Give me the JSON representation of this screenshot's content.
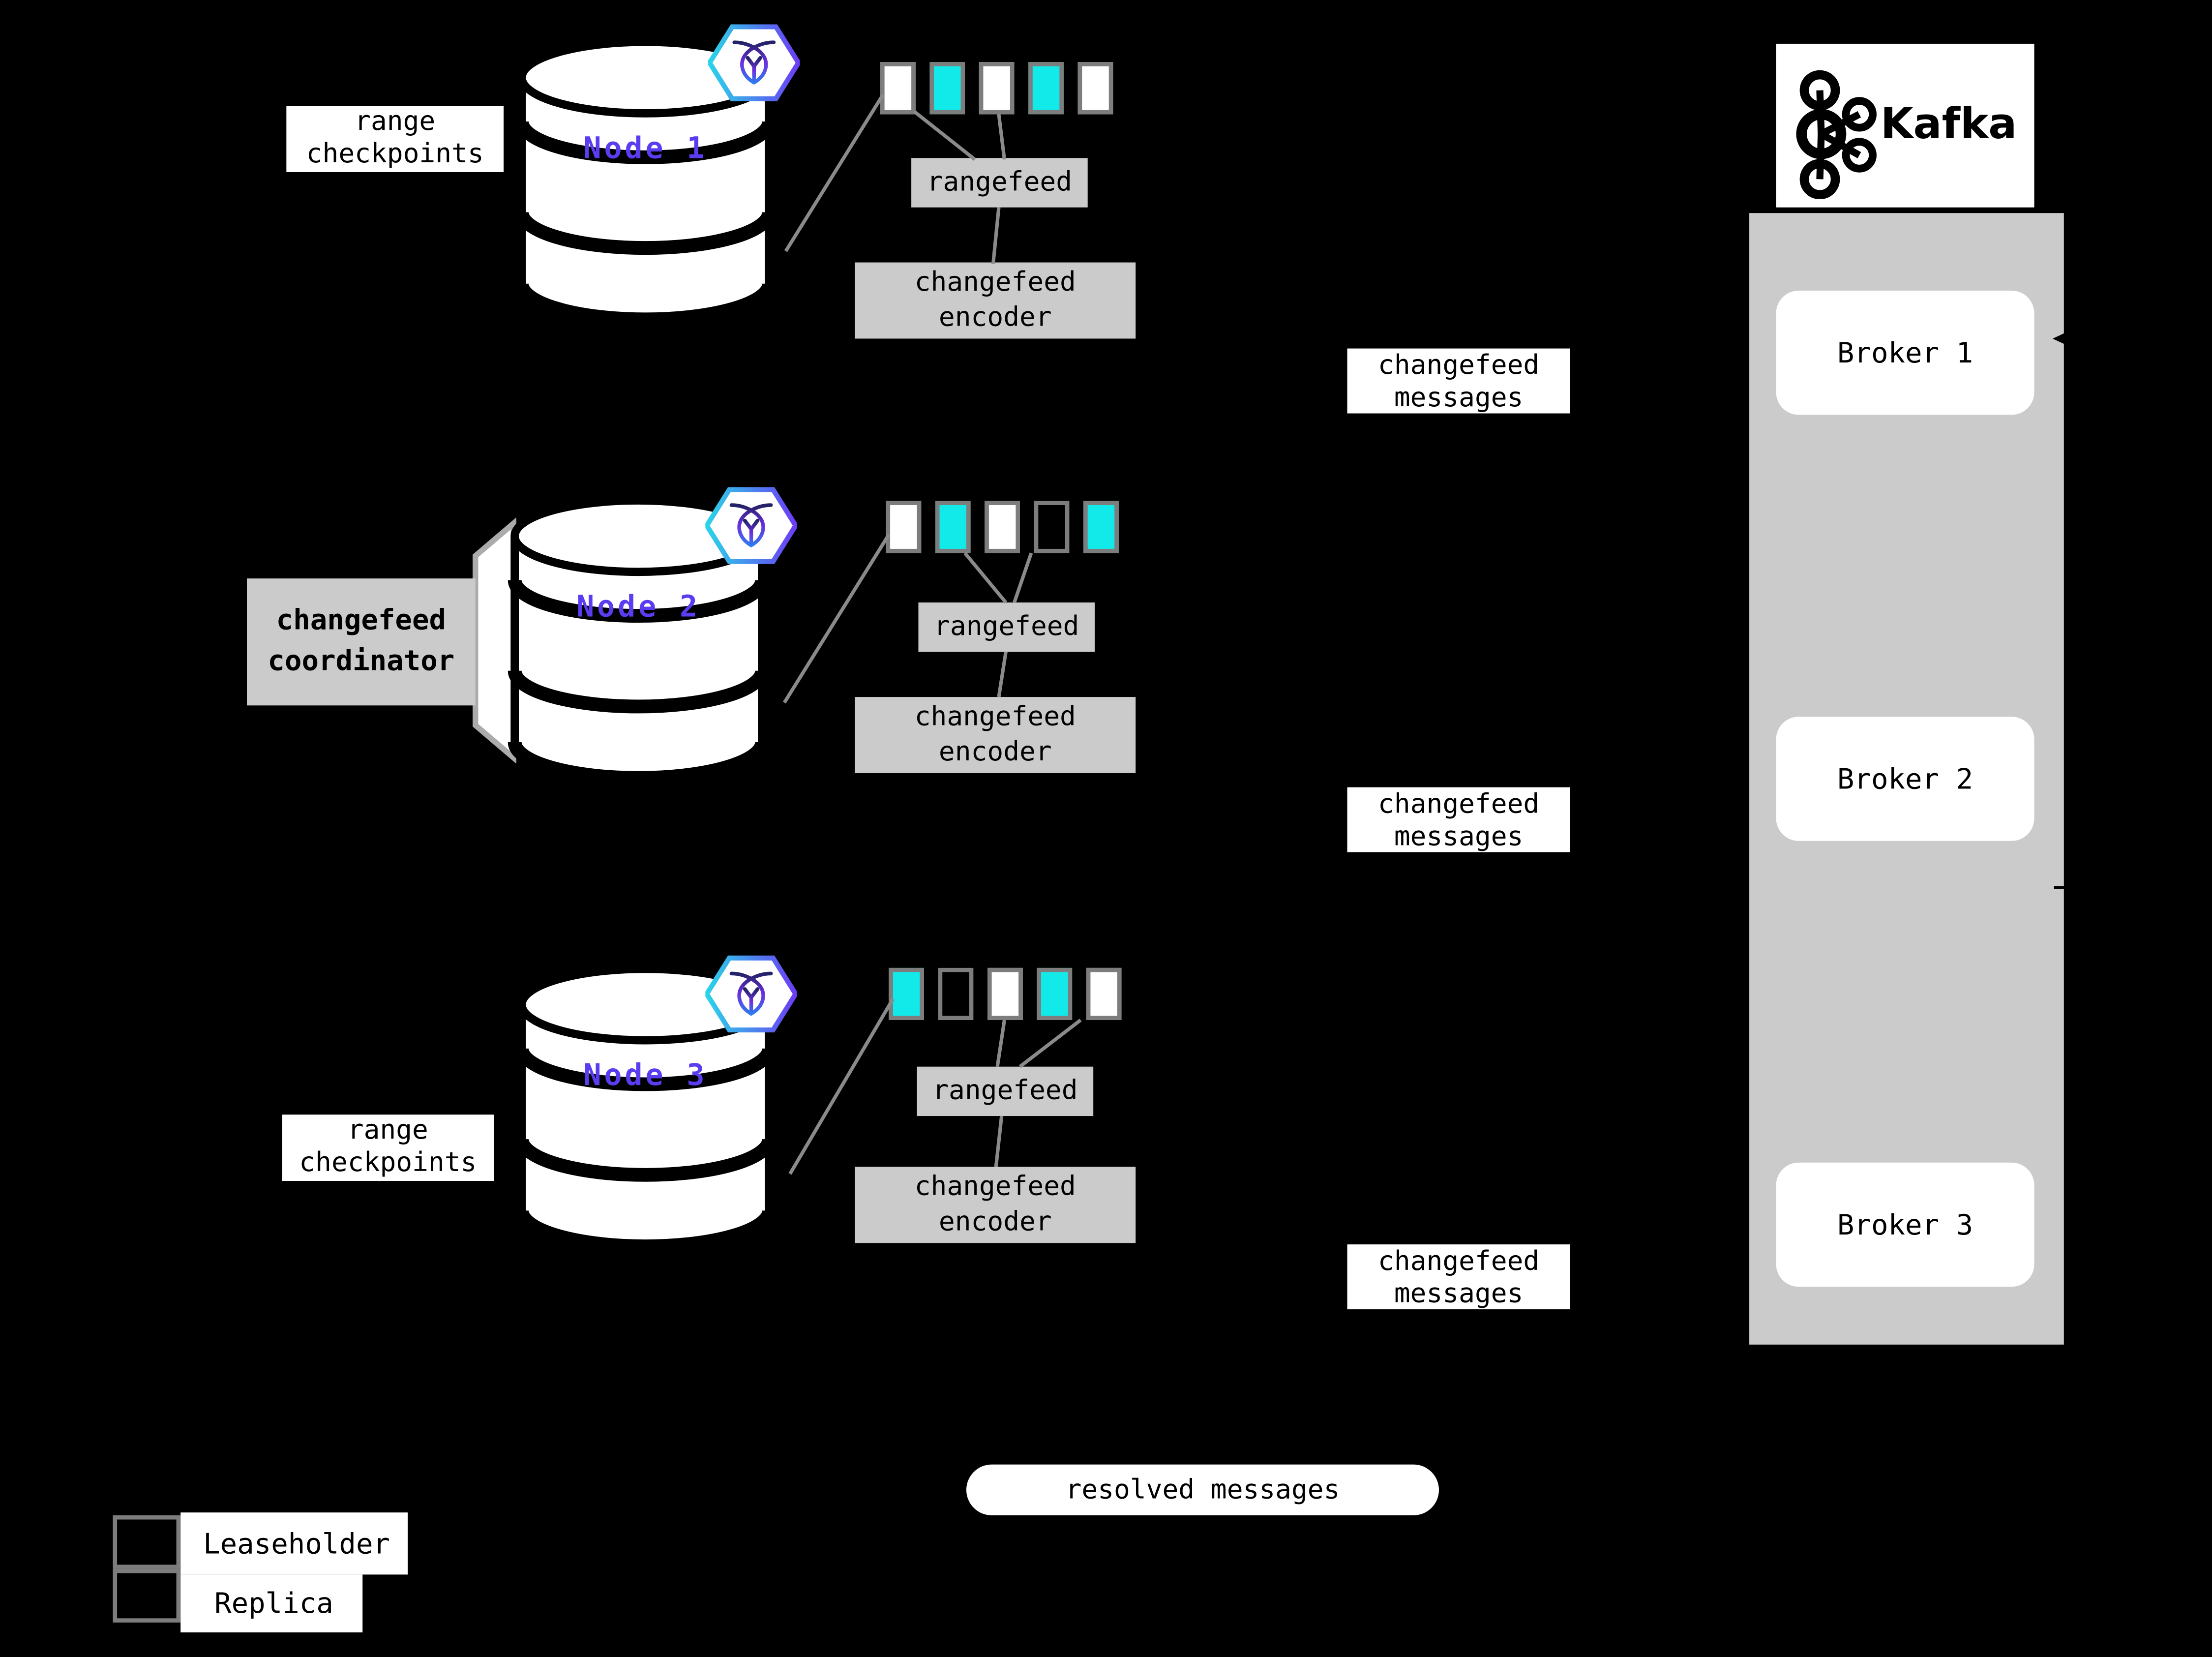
{
  "colors": {
    "background": "#000000",
    "box_gray": "#cbcbcb",
    "leaseholder": "#12eaea",
    "replica": "#ffffff",
    "outline_gray": "#7d7d7d",
    "connector_gray": "#8a8a8a",
    "node_label": "#5b3cf0",
    "flag_border": "#ababab"
  },
  "icons": {
    "node_badge": "cockroachdb-logo-icon",
    "kafka": "kafka-logo-icon",
    "broker_arrow": "arrowhead-left-icon"
  },
  "labels": {
    "range_checkpoints": [
      "range",
      "checkpoints"
    ],
    "rangefeed": "rangefeed",
    "changefeed_encoder": [
      "changefeed",
      "encoder"
    ],
    "changefeed_messages": [
      "changefeed",
      "messages"
    ],
    "changefeed_coordinator": [
      "changefeed",
      "coordinator"
    ],
    "resolved_messages": "resolved messages"
  },
  "nodes": [
    {
      "label": "Node 1",
      "ranges": [
        "replica",
        "leaseholder",
        "replica",
        "leaseholder",
        "replica"
      ]
    },
    {
      "label": "Node 2",
      "ranges": [
        "replica",
        "leaseholder",
        "replica",
        "none",
        "leaseholder"
      ]
    },
    {
      "label": "Node 3",
      "ranges": [
        "leaseholder",
        "none",
        "replica",
        "leaseholder",
        "replica"
      ]
    }
  ],
  "kafka": {
    "title": "Kafka",
    "brokers": [
      "Broker 1",
      "Broker 2",
      "Broker 3"
    ]
  },
  "legend": [
    {
      "swatch": "leaseholder",
      "label": "Leaseholder"
    },
    {
      "swatch": "replica",
      "label": "Replica"
    }
  ]
}
